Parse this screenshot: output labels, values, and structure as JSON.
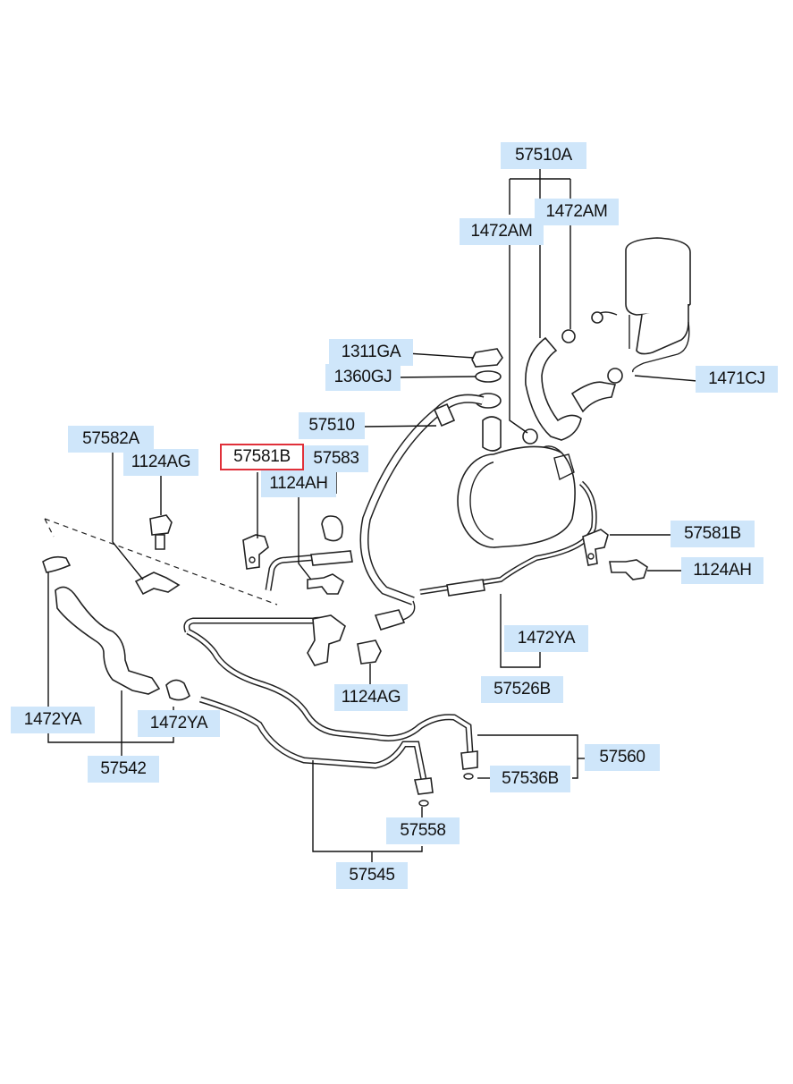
{
  "labels": {
    "l57510A": "57510A",
    "l1472AM_r": "1472AM",
    "l1472AM_l": "1472AM",
    "l1311GA": "1311GA",
    "l1360GJ": "1360GJ",
    "l1471CJ": "1471CJ",
    "l57510": "57510",
    "l57582A": "57582A",
    "l1124AG_t": "1124AG",
    "l57581B_sel": "57581B",
    "l57583": "57583",
    "l1124AH_l": "1124AH",
    "l57581B_r": "57581B",
    "l1124AH_r": "1124AH",
    "l1472YA_m": "1472YA",
    "l57526B": "57526B",
    "l1124AG_b": "1124AG",
    "l1472YA_l": "1472YA",
    "l1472YA_c": "1472YA",
    "l57542": "57542",
    "l57560": "57560",
    "l57536B": "57536B",
    "l57558": "57558",
    "l57545": "57545"
  },
  "selected_part": "57581B",
  "colors": {
    "label_background": "#cfe6fa",
    "selected_outline": "#e0303a",
    "line": "#111111"
  }
}
